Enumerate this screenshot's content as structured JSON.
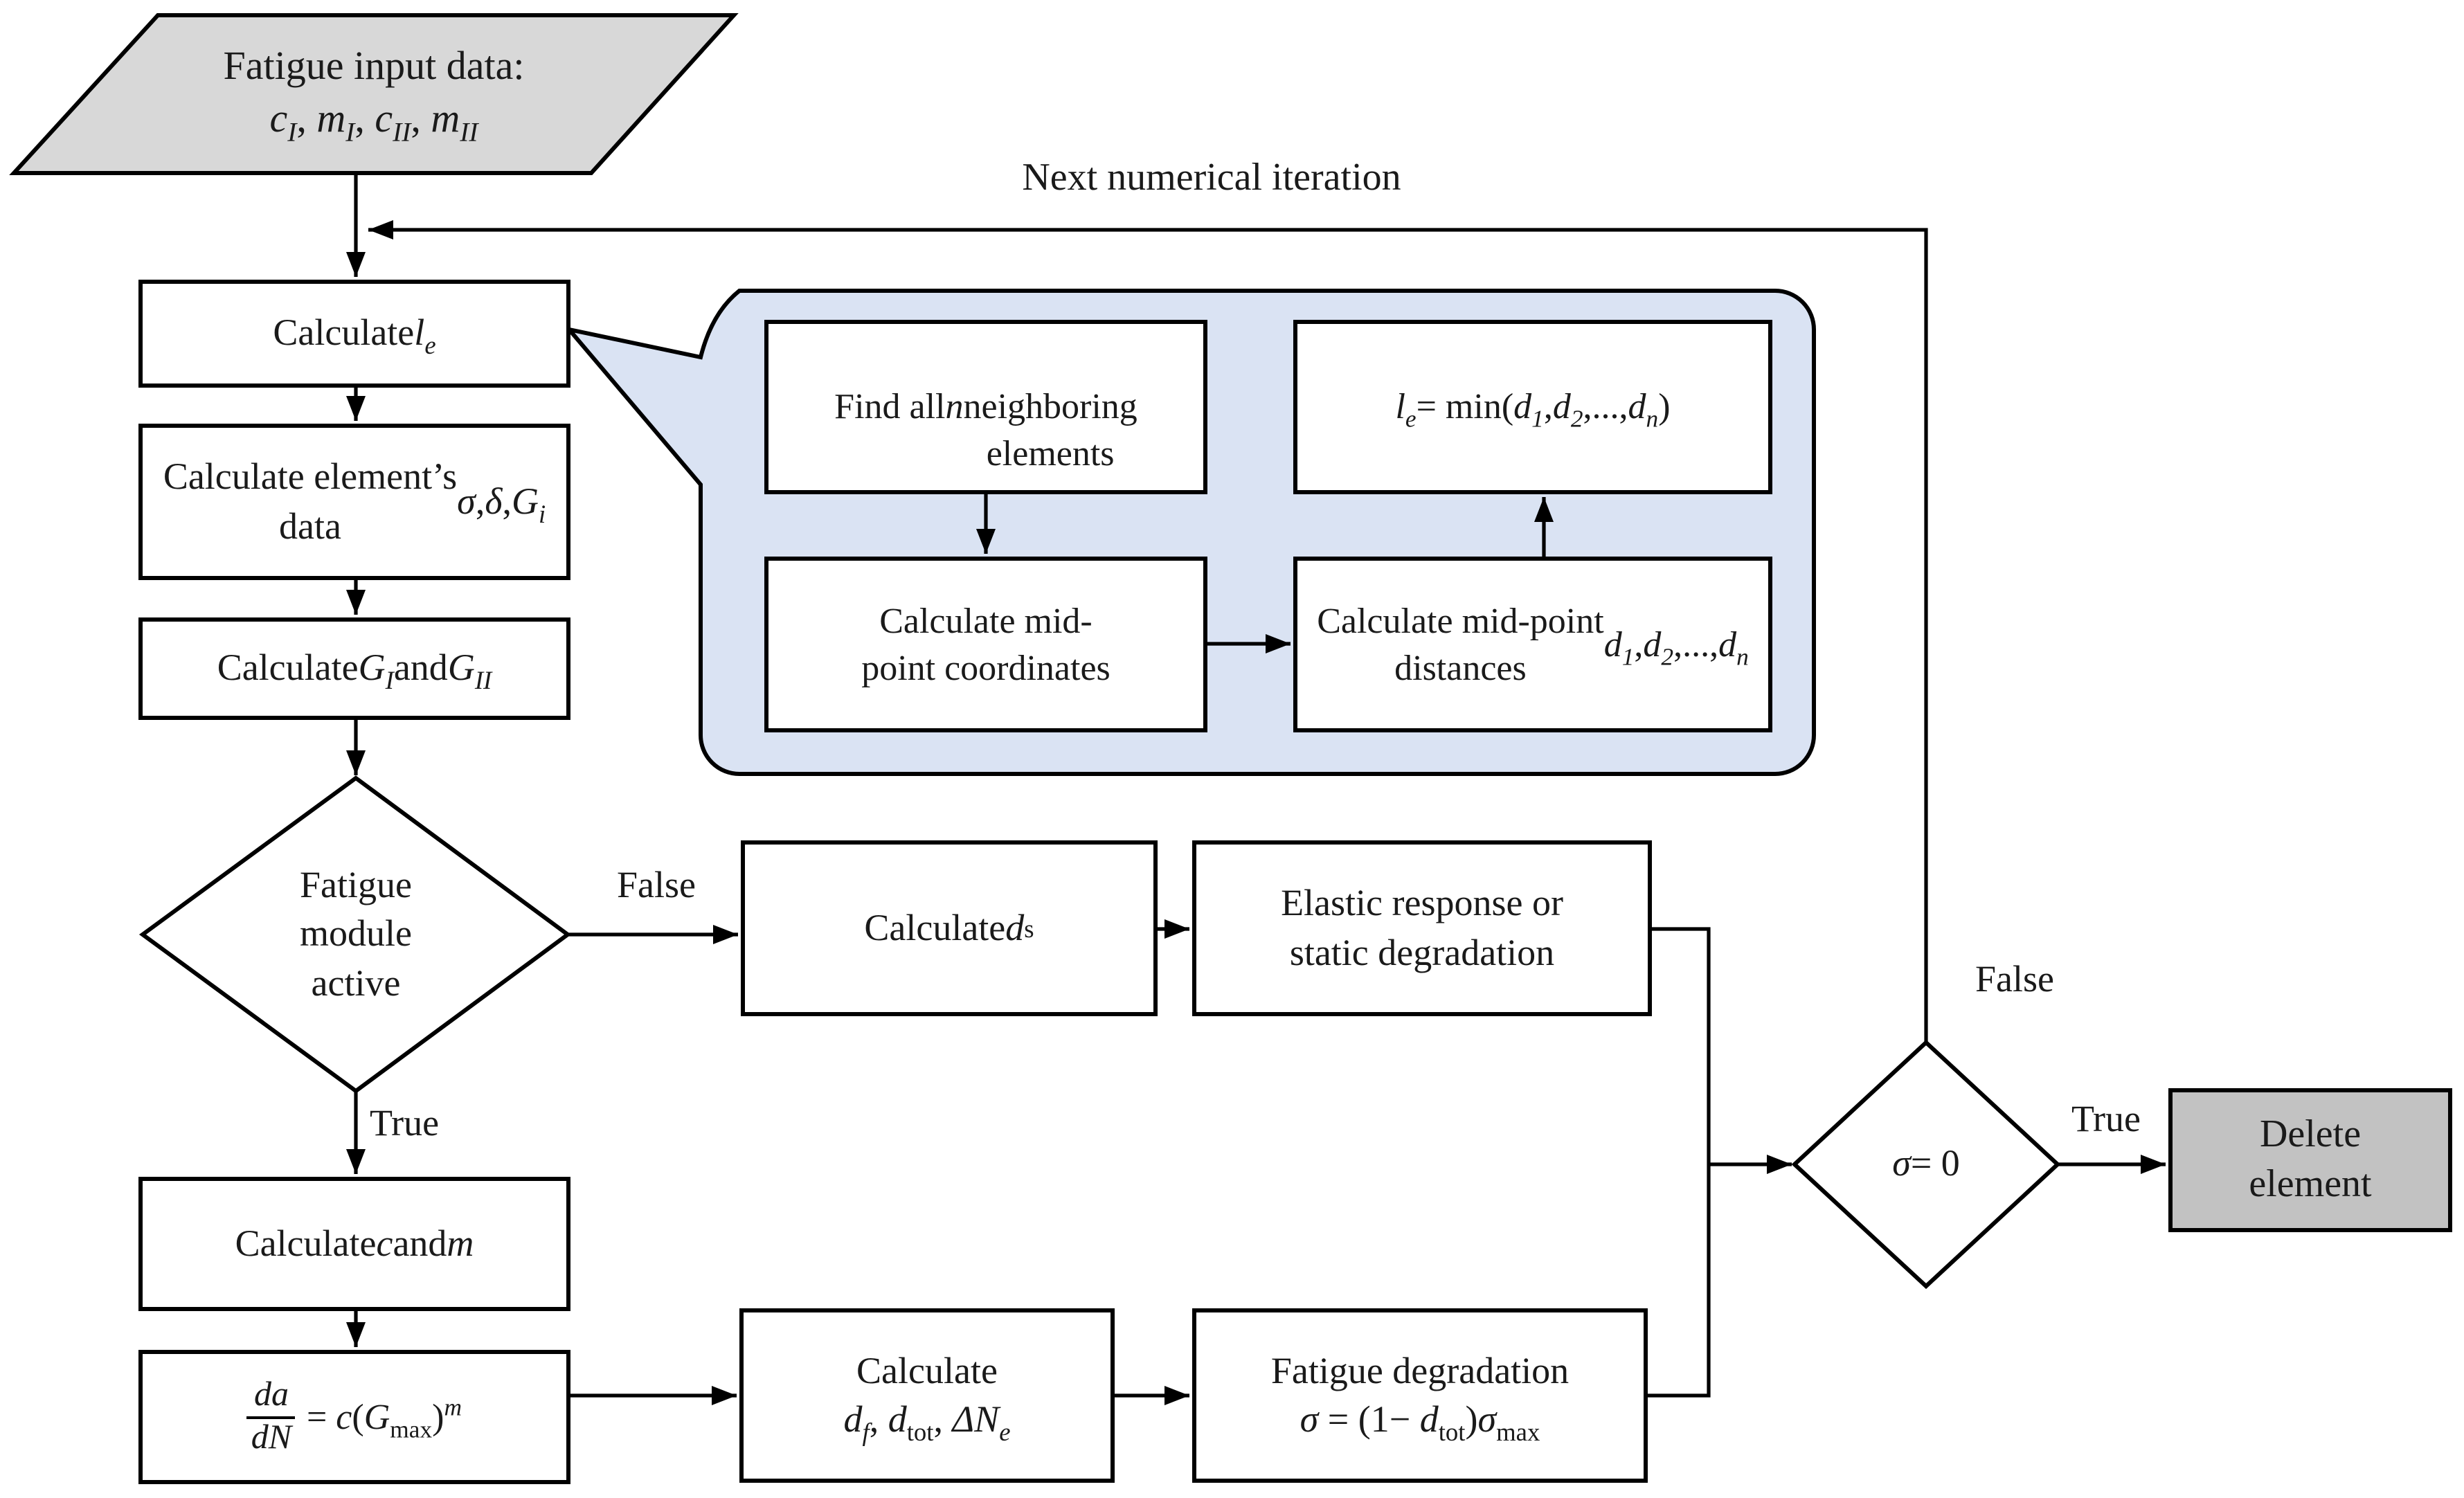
{
  "colors": {
    "input_fill": "#d8d8d8",
    "delete_fill": "#c2c2c2",
    "callout_fill": "#dae3f3",
    "node_fill": "#ffffff",
    "line": "#000000"
  },
  "labels": {
    "next_iteration": "Next numerical iteration",
    "module_false": "False",
    "module_true": "True",
    "sigma_false": "False",
    "sigma_true": "True"
  },
  "nodes": {
    "fatigue_input": {
      "line1": "Fatigue input data:",
      "line2_html": "<i>c<sub>I</sub></i>, <i>m<sub>I</sub></i>, <i>c<sub>II</sub></i>, <i>m<sub>II</sub></i>"
    },
    "calc_le": {
      "html": "Calculate <i>l<sub>e</sub></i>"
    },
    "calc_elem_data": {
      "html": "Calculate element’s<br>data <i>σ</i>, <i>δ</i>, <i>G<sub>i</sub></i>"
    },
    "calc_g": {
      "html": "Calculate <i>G<sub>I</sub></i> and <i>G<sub>II</sub></i>"
    },
    "fatigue_module": {
      "html": "Fatigue<br>module<br>active"
    },
    "calc_ds": {
      "html": "Calculate <i>d</i><sub>s</sub>"
    },
    "elastic_response": {
      "html": "Elastic response or<br>static degradation"
    },
    "calc_cm": {
      "html": "Calculate <i>c</i> and <i>m</i>"
    },
    "paris_law": {
      "numerator_html": "<i>da</i>",
      "denominator_html": "<i>dN</i>",
      "rhs_html": "= <i>c</i>(<i>G</i><sub>max</sub>)<sup><i>m</i></sup>"
    },
    "calc_df": {
      "line1": "Calculate",
      "line2_html": "<i>d<sub>f</sub></i>, <i>d</i><sub>tot</sub>, <i>ΔN<sub>e</sub></i>"
    },
    "fatigue_degradation": {
      "line1": "Fatigue degradation",
      "line2_html": "<i>σ</i> = (1− <i>d</i><sub>tot</sub>)<i>σ</i><sub>max</sub>"
    },
    "sigma_zero": {
      "html": "<i>σ</i> = 0"
    },
    "delete_element": {
      "html": "Delete<br>element"
    }
  },
  "callout": {
    "find_neighbors": {
      "html": "Find all <i>n</i><br>neighboring<br>elements"
    },
    "le_min": {
      "html": "<i>l<sub>e</sub></i> = min(<i>d<sub>1</sub></i>, <i>d<sub>2</sub></i> ,..., <i>d<sub>n</sub></i>)"
    },
    "mid_coordinates": {
      "html": "Calculate mid-<br>point coordinates"
    },
    "mid_distances": {
      "html": "Calculate mid-point<br>distances <i>d<sub>1</sub></i>, <i>d<sub>2</sub></i>,...,<i>d<sub>n</sub></i>"
    }
  }
}
